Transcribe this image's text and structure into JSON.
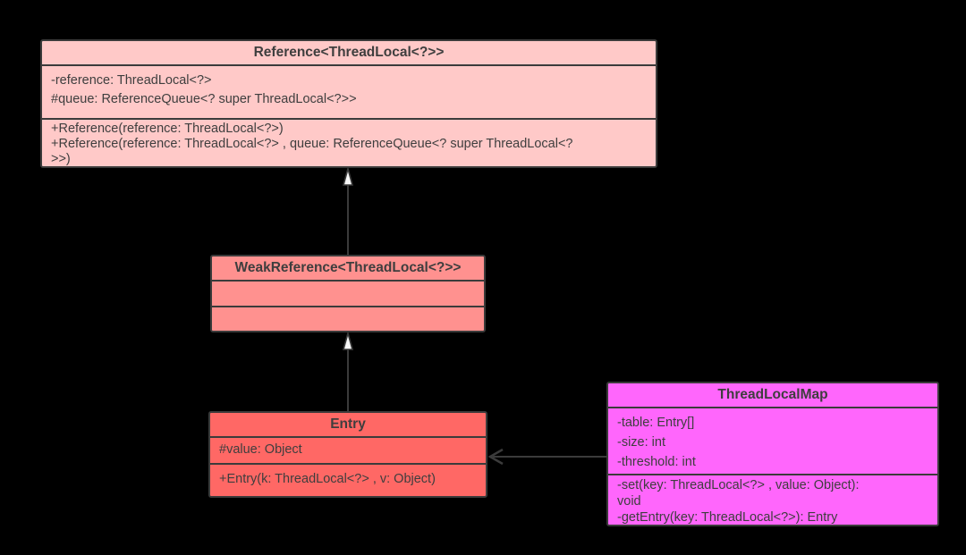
{
  "diagram": {
    "background": "#000000",
    "line_color": "#3b3b3b",
    "text_color": "#3e3e3e",
    "arrowhead_fill": "#f7f7f7",
    "classes": [
      {
        "id": "reference",
        "title": "Reference<ThreadLocal<?>>",
        "fill": "#ffc9c8",
        "attributes": [
          "-reference: ThreadLocal<?>",
          "#queue: ReferenceQueue<? super ThreadLocal<?>>"
        ],
        "methods": [
          "+Reference(reference: ThreadLocal<?>)",
          "+Reference(reference: ThreadLocal<?> , queue: ReferenceQueue<? super ThreadLocal<?",
          ">>)"
        ]
      },
      {
        "id": "weakreference",
        "title": "WeakReference<ThreadLocal<?>>",
        "fill": "#ff918f",
        "attributes": [],
        "methods": []
      },
      {
        "id": "entry",
        "title": "Entry",
        "fill": "#ff6865",
        "attributes": [
          "#value: Object"
        ],
        "methods": [
          "+Entry(k: ThreadLocal<?> , v: Object)"
        ]
      },
      {
        "id": "threadlocalmap",
        "title": "ThreadLocalMap",
        "fill": "#ff66fc",
        "attributes": [
          "-table: Entry[]",
          "-size: int",
          "-threshold: int"
        ],
        "methods": [
          "-set(key: ThreadLocal<?> , value: Object):",
          "void",
          "-getEntry(key: ThreadLocal<?>): Entry"
        ]
      }
    ],
    "relations": [
      {
        "type": "generalization",
        "from": "WeakReference<ThreadLocal<?>>",
        "to": "Reference<ThreadLocal<?>>"
      },
      {
        "type": "generalization",
        "from": "Entry",
        "to": "WeakReference<ThreadLocal<?>>"
      },
      {
        "type": "association",
        "from": "ThreadLocalMap",
        "to": "Entry"
      }
    ]
  }
}
